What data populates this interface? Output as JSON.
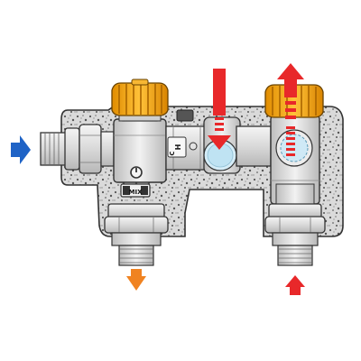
{
  "diagram": {
    "mixer_label_left": "H",
    "mixer_label_right": "C",
    "switch_label": "MIX",
    "colors": {
      "cold_inlet_arrow": "#1f63c6",
      "mixed_outlet_arrow": "#f08321",
      "hot_flow_arrow": "#e8282a",
      "knob": "#f2a417",
      "insulation": "#d9d9d9",
      "metal": "#e6e6e6",
      "water": "#bfe3f3"
    },
    "icons": {
      "cold_inlet": "arrow-right-icon",
      "mixed_outlet": "arrow-down-icon",
      "hot_return_down": "arrow-down-icon",
      "hot_supply_up": "arrow-up-icon",
      "hot_return_up": "arrow-up-icon"
    }
  }
}
